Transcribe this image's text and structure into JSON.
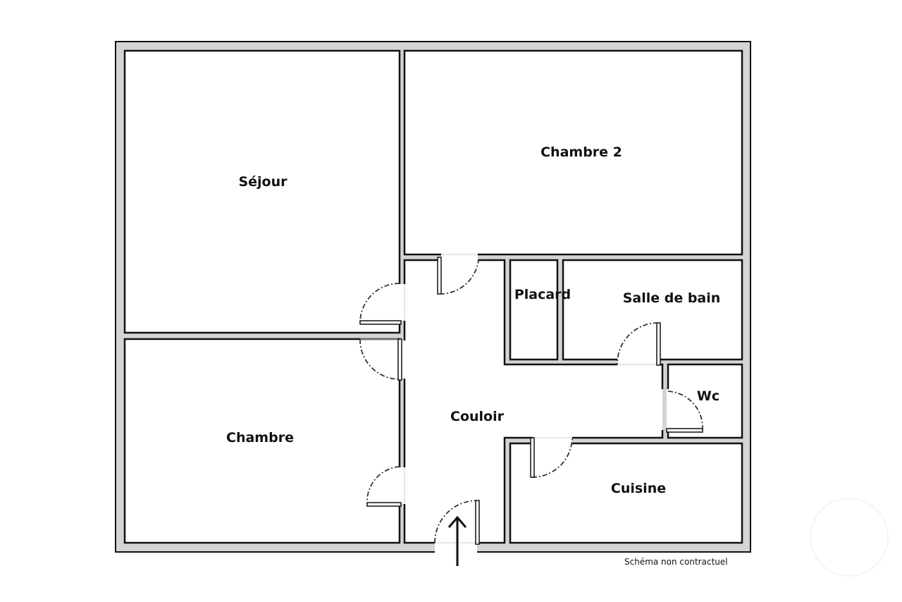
{
  "rooms": {
    "sejour": "Séjour",
    "chambre2": "Chambre 2",
    "chambre": "Chambre",
    "couloir": "Couloir",
    "placard": "Placard",
    "salle_de_bain": "Salle de bain",
    "wc": "Wc",
    "cuisine": "Cuisine"
  },
  "note": "Schéma non contractuel",
  "colors": {
    "wall": "#d4d4d4",
    "outline": "#111111",
    "floor": "#ffffff"
  }
}
